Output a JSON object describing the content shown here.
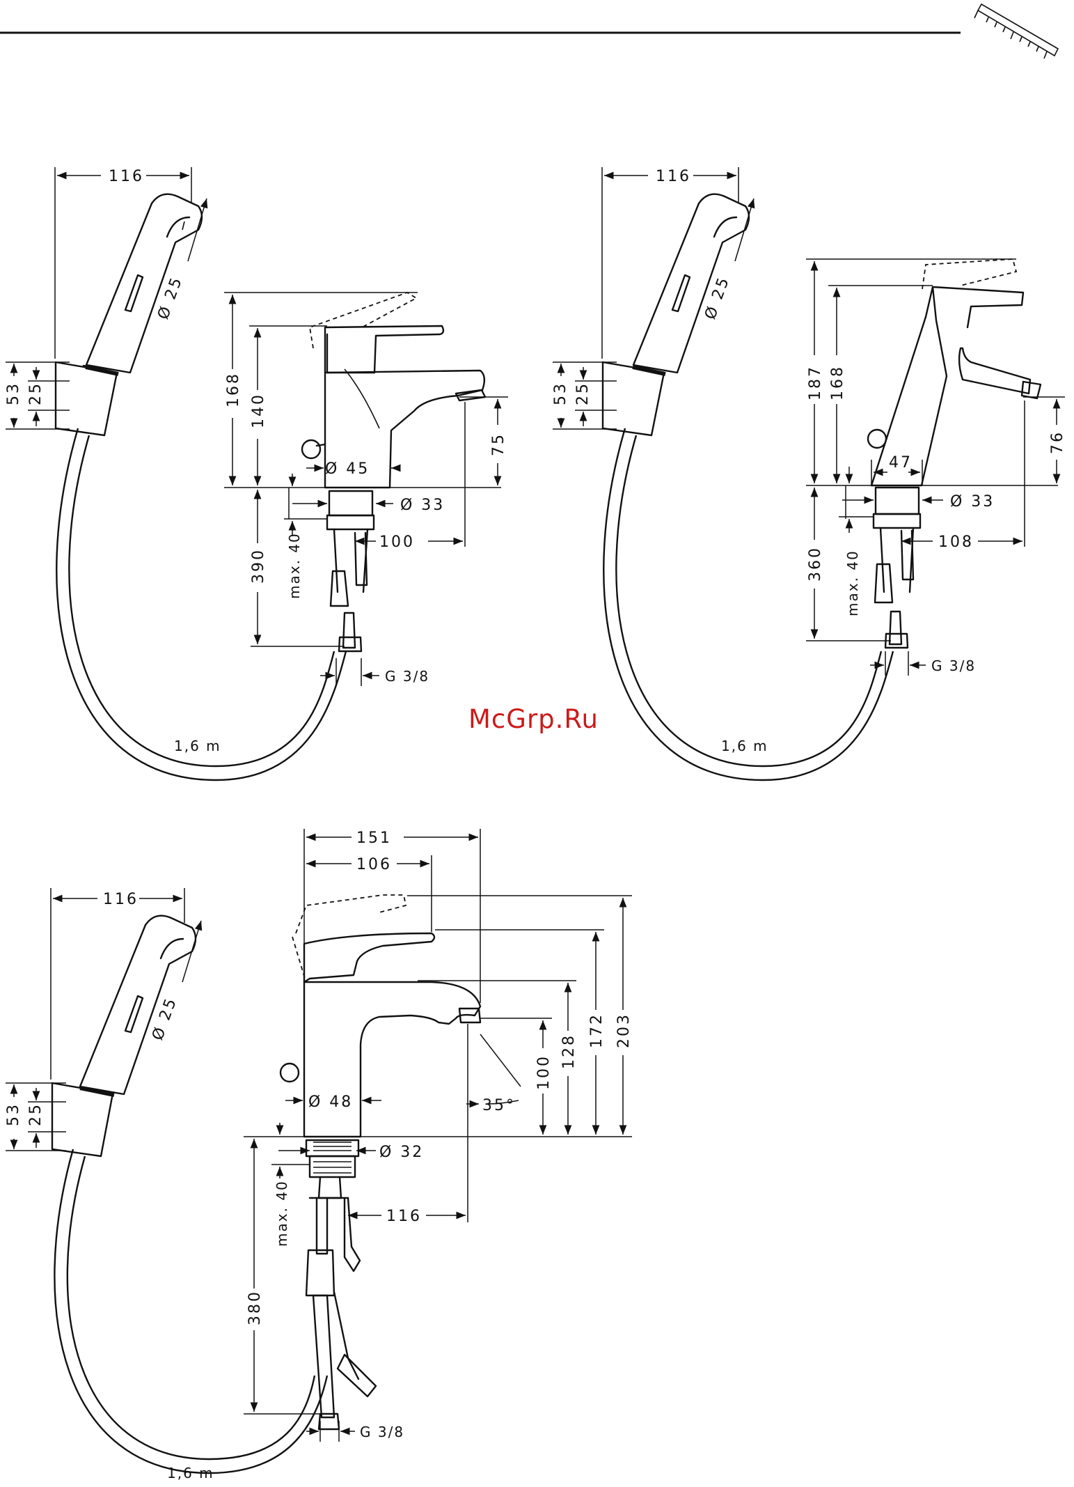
{
  "watermark": "McGrp.Ru",
  "diagrams": [
    {
      "id": "top-left",
      "shower_width": "116",
      "shower_diameter": "Ø 25",
      "holder_height": "53",
      "holder_inner": "25",
      "overall_height": "168",
      "body_height": "140",
      "spout_height": "75",
      "body_diameter": "Ø 45",
      "thread_diameter": "Ø 33",
      "spout_reach": "100",
      "mount_depth": "390",
      "max_thickness": "max. 40",
      "connection": "G 3/8",
      "hose_length": "1,6 m"
    },
    {
      "id": "top-right",
      "shower_width": "116",
      "shower_diameter": "Ø 25",
      "holder_height": "53",
      "holder_inner": "25",
      "overall_height": "187",
      "body_height": "168",
      "spout_height": "76",
      "body_diameter": "47",
      "thread_diameter": "Ø 33",
      "spout_reach": "108",
      "mount_depth": "360",
      "max_thickness": "max. 40",
      "connection": "G 3/8",
      "hose_length": "1,6 m"
    },
    {
      "id": "bottom",
      "shower_width": "116",
      "shower_diameter": "Ø 25",
      "holder_height": "53",
      "holder_inner": "25",
      "total_width": "151",
      "lever_width": "106",
      "overall_height": "203",
      "lever_height": "172",
      "body_height": "128",
      "spout_height": "100",
      "spout_angle": "35°",
      "body_diameter": "Ø 48",
      "thread_diameter": "Ø 32",
      "spout_reach": "116",
      "mount_depth": "380",
      "max_thickness": "max. 40",
      "connection": "G 3/8",
      "hose_length": "1,6 m"
    }
  ]
}
